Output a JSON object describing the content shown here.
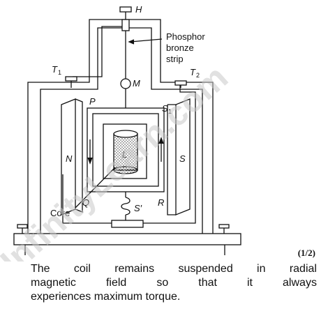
{
  "labels": {
    "H": "H",
    "phosphor_1": "Phosphor",
    "phosphor_2": "bronze",
    "phosphor_3": "strip",
    "T1": "T",
    "T1_sub": "1",
    "T2": "T",
    "T2_sub": "2",
    "M": "M",
    "P": "P",
    "S1": "S",
    "S1_sub": "1",
    "N": "N",
    "L": "L",
    "S": "S",
    "core": "Core",
    "Q": "Q",
    "S_prime": "S′",
    "R": "R"
  },
  "watermark": "InfinityLearn.com",
  "mark": "(1/2)",
  "caption": {
    "line1": [
      "The",
      "coil",
      "remains",
      "suspended",
      "in",
      "radial"
    ],
    "line2": [
      "magnetic",
      "field",
      "so",
      "that",
      "it",
      "always"
    ],
    "line3": "experiences maximum torque."
  }
}
